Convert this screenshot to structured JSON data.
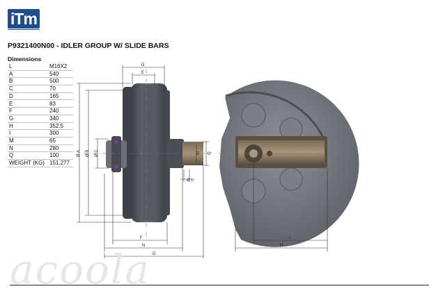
{
  "logo": {
    "text": "iTm"
  },
  "header": {
    "title": "P9321400N00 - IDLER GROUP W/ SLIDE BARS",
    "dimensions_heading": "Dimensions"
  },
  "dimensions": [
    {
      "key": "L",
      "value": "M16X2"
    },
    {
      "key": "A",
      "value": "540"
    },
    {
      "key": "B",
      "value": "500"
    },
    {
      "key": "C",
      "value": "70"
    },
    {
      "key": "D",
      "value": "165"
    },
    {
      "key": "E",
      "value": "83"
    },
    {
      "key": "F",
      "value": "240"
    },
    {
      "key": "G",
      "value": "340"
    },
    {
      "key": "H",
      "value": "352.5"
    },
    {
      "key": "I",
      "value": "300"
    },
    {
      "key": "M",
      "value": "65"
    },
    {
      "key": "N",
      "value": "280"
    },
    {
      "key": "Q",
      "value": "100"
    },
    {
      "key": "WEIGHT (KG)",
      "value": "151.277"
    }
  ],
  "drawing_labels": {
    "d": "D",
    "e": "E",
    "a": "Ø A",
    "b": "Ø B",
    "c": "Ø C",
    "q": "Q",
    "m": "M",
    "l": "Ø L",
    "f": "F",
    "n": "N",
    "g": "G",
    "i": "I",
    "h": "H"
  },
  "watermark": "acoola"
}
